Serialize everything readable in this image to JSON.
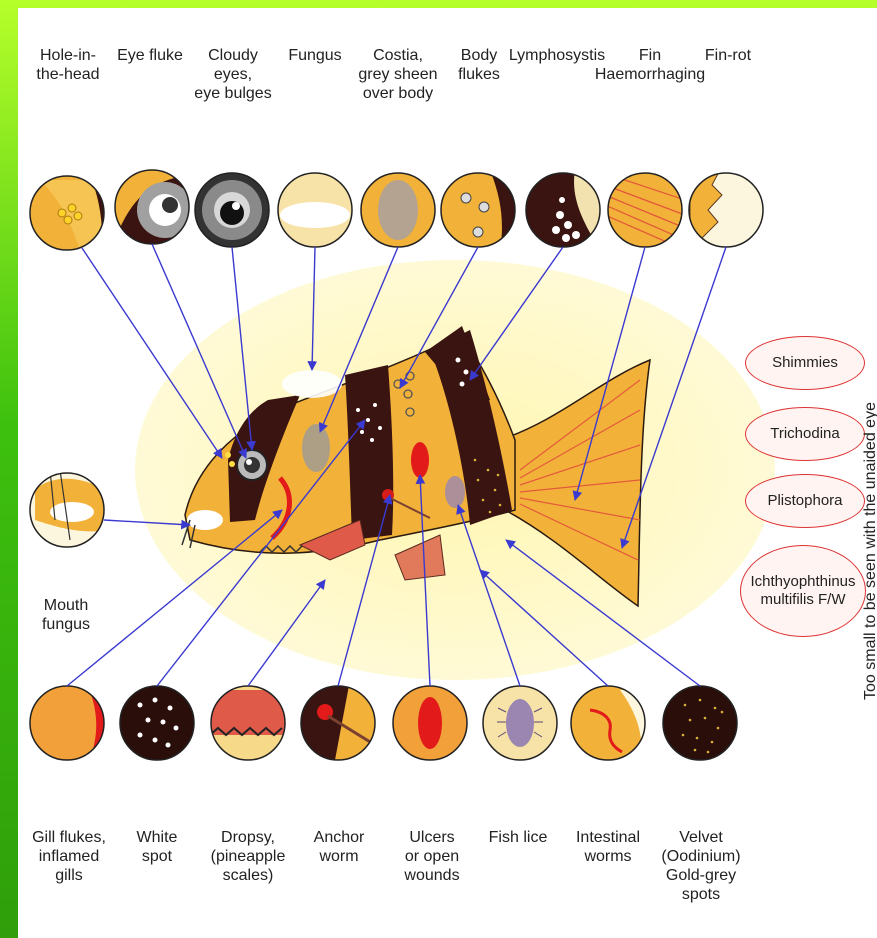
{
  "top_labels": [
    "Hole-in-\nthe-head",
    "Eye fluke",
    "Cloudy\neyes,\neye bulges",
    "Fungus",
    "Costia,\ngrey sheen\nover body",
    "Body\nflukes",
    "Lymphosystis",
    "Fin\nHaemorrhaging",
    "Fin-rot"
  ],
  "bottom_labels": [
    "Gill flukes,\ninflamed\ngills",
    "White\nspot",
    "Dropsy,\n(pineapple\nscales)",
    "Anchor\nworm",
    "Ulcers\nor open\nwounds",
    "Fish lice",
    "Intestinal\nworms",
    "Velvet\n(Oodinium)\nGold-grey\nspots"
  ],
  "left_label": "Mouth\nfungus",
  "microscopic_list": [
    "Shimmies",
    "Trichodina",
    "Plistophora",
    "Ichthyophthinus\nmultifilis F/W"
  ],
  "side_caption": "Too small to be seen with the unaided eye",
  "colors": {
    "arrow": "#3a3ad0",
    "fish_body": "#f2b23a",
    "fish_band": "#3a1410",
    "halo": "#fff7b8",
    "pill_border": "#dd3333",
    "background_green": "#4cc417"
  }
}
